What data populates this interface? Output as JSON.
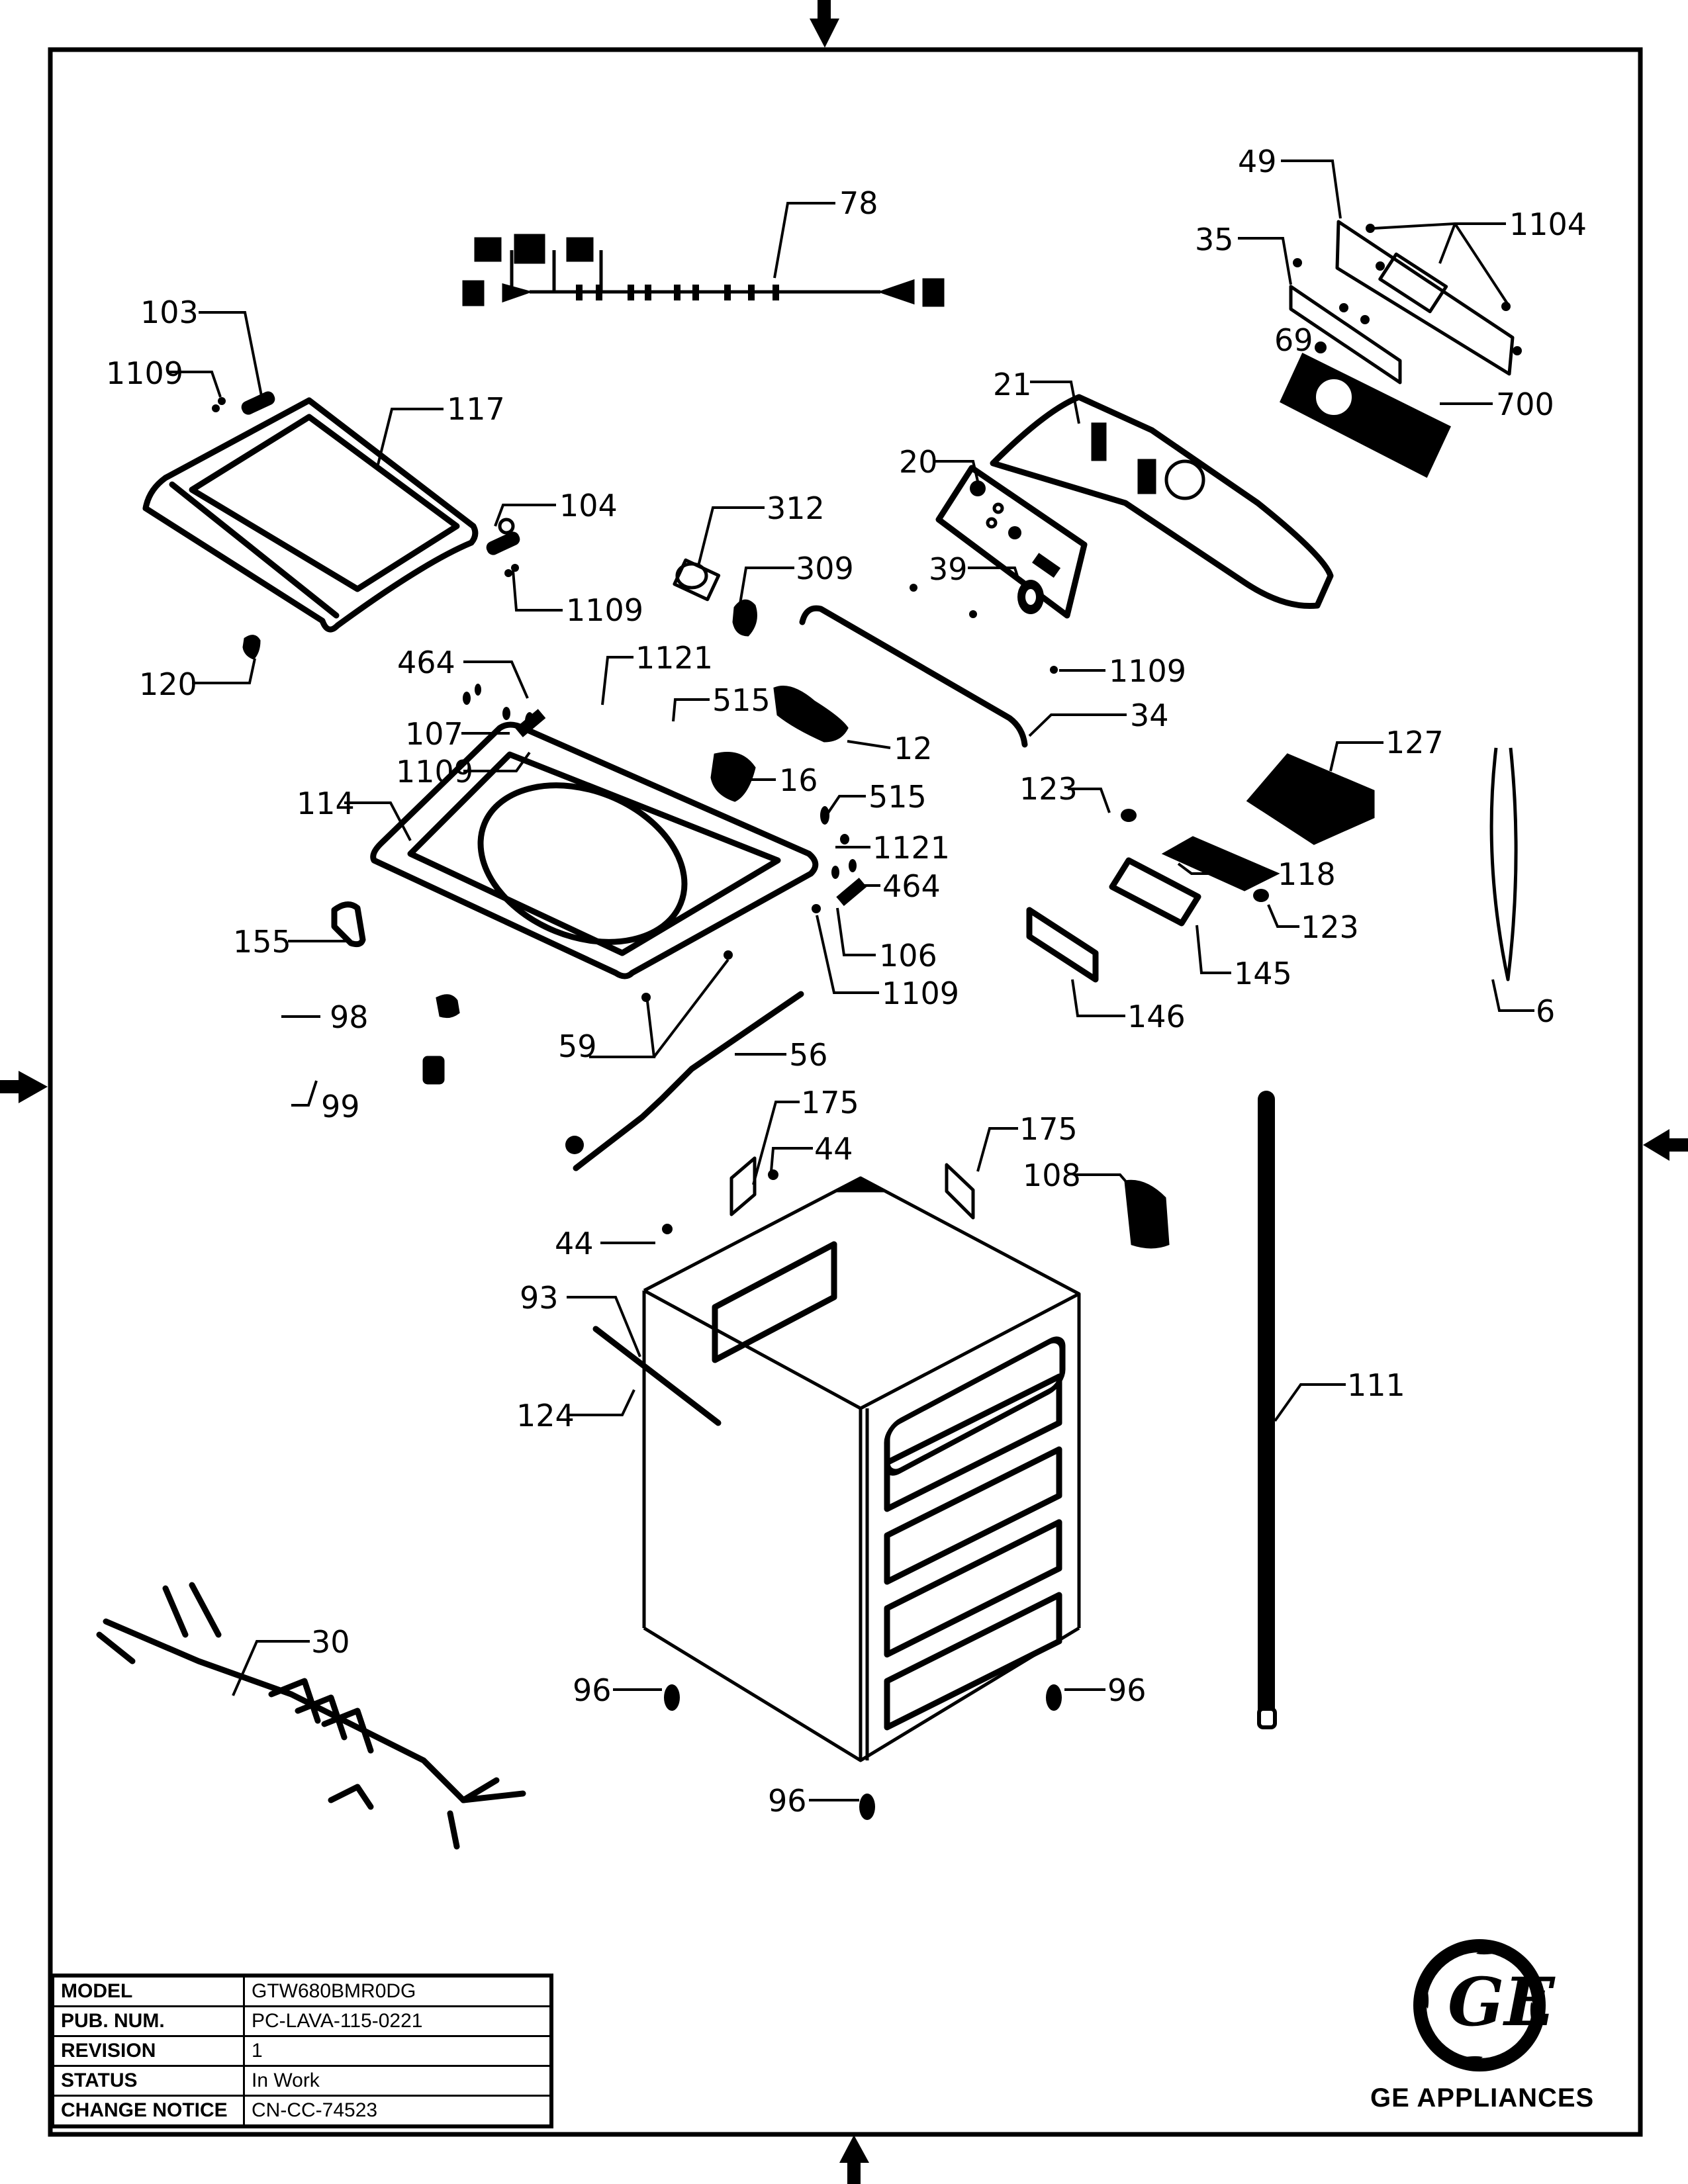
{
  "document": {
    "type": "exploded parts diagram",
    "subject": "Top-load washer cabinet & controls",
    "colors": {
      "ink": "#000000",
      "paper": "#ffffff"
    }
  },
  "callouts": [
    {
      "id": "c78",
      "label": "78",
      "part": "wire harness (inlet)"
    },
    {
      "id": "c49",
      "label": "49",
      "part": "control panel cover"
    },
    {
      "id": "c1104a",
      "label": "1104",
      "part": "screws (x3)"
    },
    {
      "id": "c35",
      "label": "35",
      "part": "display window"
    },
    {
      "id": "c69",
      "label": "69",
      "part": "control board"
    },
    {
      "id": "c700",
      "label": "700",
      "part": "screw"
    },
    {
      "id": "c21",
      "label": "21",
      "part": "backsplash"
    },
    {
      "id": "c20",
      "label": "20",
      "part": "control panel overlay"
    },
    {
      "id": "c39",
      "label": "39",
      "part": "knob"
    },
    {
      "id": "c1109e",
      "label": "1109",
      "part": "screw"
    },
    {
      "id": "c34",
      "label": "34",
      "part": "rod"
    },
    {
      "id": "c312",
      "label": "312",
      "part": "lid lock"
    },
    {
      "id": "c309",
      "label": "309",
      "part": "bracket"
    },
    {
      "id": "c103",
      "label": "103",
      "part": "hinge left"
    },
    {
      "id": "c1109a",
      "label": "1109",
      "part": "screw"
    },
    {
      "id": "c117",
      "label": "117",
      "part": "lid assembly"
    },
    {
      "id": "c104",
      "label": "104",
      "part": "hinge right"
    },
    {
      "id": "c1109b",
      "label": "1109",
      "part": "screw"
    },
    {
      "id": "c120",
      "label": "120",
      "part": "bumper"
    },
    {
      "id": "c464a",
      "label": "464",
      "part": "screw"
    },
    {
      "id": "c1121a",
      "label": "1121",
      "part": "screw"
    },
    {
      "id": "c515a",
      "label": "515",
      "part": "fastener"
    },
    {
      "id": "c12",
      "label": "12",
      "part": "valve"
    },
    {
      "id": "c107",
      "label": "107",
      "part": "hinge bracket"
    },
    {
      "id": "c1109c",
      "label": "1109",
      "part": "screw"
    },
    {
      "id": "c16",
      "label": "16",
      "part": "valve assembly"
    },
    {
      "id": "c114",
      "label": "114",
      "part": "top cover"
    },
    {
      "id": "c515b",
      "label": "515",
      "part": "fastener"
    },
    {
      "id": "c1121b",
      "label": "1121",
      "part": "screw"
    },
    {
      "id": "c464b",
      "label": "464",
      "part": "screw"
    },
    {
      "id": "c106",
      "label": "106",
      "part": "hinge bracket"
    },
    {
      "id": "c1109d",
      "label": "1109",
      "part": "screw"
    },
    {
      "id": "c155",
      "label": "155",
      "part": "bracket"
    },
    {
      "id": "c98",
      "label": "98",
      "part": "clip"
    },
    {
      "id": "c99",
      "label": "99",
      "part": "switch"
    },
    {
      "id": "c59",
      "label": "59",
      "part": "clip (x2)"
    },
    {
      "id": "c56",
      "label": "56",
      "part": "hose"
    },
    {
      "id": "c123a",
      "label": "123",
      "part": "cap"
    },
    {
      "id": "c127",
      "label": "127",
      "part": "dispenser housing"
    },
    {
      "id": "c118",
      "label": "118",
      "part": "dispenser"
    },
    {
      "id": "c123b",
      "label": "123",
      "part": "cap"
    },
    {
      "id": "c145",
      "label": "145",
      "part": "dispenser drawer"
    },
    {
      "id": "c146",
      "label": "146",
      "part": "drawer front"
    },
    {
      "id": "c6",
      "label": "6",
      "part": "tube"
    },
    {
      "id": "c175a",
      "label": "175",
      "part": "label"
    },
    {
      "id": "c44a",
      "label": "44",
      "part": "screw"
    },
    {
      "id": "c175b",
      "label": "175",
      "part": "label"
    },
    {
      "id": "c108",
      "label": "108",
      "part": "bracket"
    },
    {
      "id": "c44b",
      "label": "44",
      "part": "screw"
    },
    {
      "id": "c93",
      "label": "93",
      "part": "cabinet"
    },
    {
      "id": "c124",
      "label": "124",
      "part": "strip"
    },
    {
      "id": "c111",
      "label": "111",
      "part": "drain hose"
    },
    {
      "id": "c30",
      "label": "30",
      "part": "main harness"
    },
    {
      "id": "c96a",
      "label": "96",
      "part": "foot"
    },
    {
      "id": "c96b",
      "label": "96",
      "part": "foot"
    },
    {
      "id": "c96c",
      "label": "96",
      "part": "foot"
    }
  ],
  "title_block": {
    "rows": [
      {
        "key": "MODEL",
        "value": "GTW680BMR0DG"
      },
      {
        "key": "PUB. NUM.",
        "value": "PC-LAVA-115-0221"
      },
      {
        "key": "REVISION",
        "value": "1"
      },
      {
        "key": "STATUS",
        "value": "In Work"
      },
      {
        "key": "CHANGE NOTICE",
        "value": "CN-CC-74523"
      }
    ]
  },
  "brand": {
    "logo_icon": "ge-monogram-logo",
    "name": "GE APPLIANCES"
  },
  "registration_marks": [
    "arrow-down-top",
    "arrow-up-bottom",
    "arrow-right-left",
    "arrow-left-right"
  ]
}
